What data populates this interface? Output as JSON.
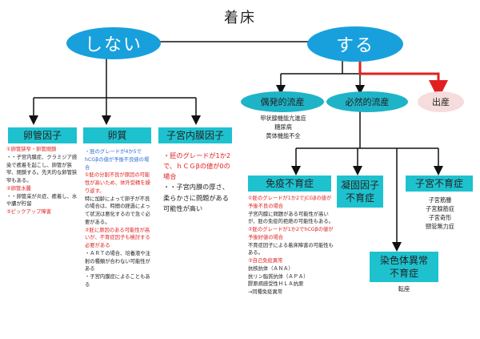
{
  "title": "着床",
  "top": {
    "no": "しない",
    "yes": "する"
  },
  "yes_children": {
    "incidental": "偶発的流産",
    "inevitable": "必然的流産",
    "birth": "出産"
  },
  "incidental_list": [
    "甲状腺機能亢進症",
    "糖尿病",
    "黄体機能不全"
  ],
  "no_boxes": {
    "tube": {
      "label": "卵管因子",
      "lines": [
        {
          "t": "①卵管狭窄・卵管閉鎖",
          "c": "red"
        },
        {
          "t": "・・子宮内膜症、クラミジア感染で癒着を起こし、卵管が狭窄、閉鎖する。先天的な卵管狭窄もある。",
          "c": ""
        },
        {
          "t": "②卵管水腫",
          "c": "red"
        },
        {
          "t": "・・卵管采が炎症、癒着し、水や膿が貯留",
          "c": ""
        },
        {
          "t": "③ピックアップ障害",
          "c": "red"
        }
      ]
    },
    "egg": {
      "label": "卵質",
      "lines": [
        {
          "t": "・胚のグレードが4か5でhCGβの値が予後不良値の場合",
          "c": "blue"
        },
        {
          "t": "①胚の分割不良が原因の可能性が高いため、体外受精を繰り返す。",
          "c": "red"
        },
        {
          "t": "特に加齢によって卵子が不良の場合は、時間の経過によって状況は悪化するので急ぐ必要がある。",
          "c": ""
        },
        {
          "t": "②胚に原因のある可能性が高いが、不育症因子も検討する必要がある",
          "c": "red"
        },
        {
          "t": " ",
          "c": ""
        },
        {
          "t": "・ＡＲＴの場合、培養液や注射の種類が合わない可能性がある",
          "c": ""
        },
        {
          "t": "・子宮内膜症によることもある",
          "c": ""
        }
      ]
    },
    "uterus": {
      "label": "子宮内膜因子",
      "lines": [
        {
          "t": "・胚のグレードが1か2で、ｈＣＧβの値が0の場合",
          "c": "red"
        },
        {
          "t": "・・子宮内膜の厚さ、柔らかさに問題がある可能性が高い",
          "c": ""
        }
      ]
    }
  },
  "yes_boxes": {
    "recurrent": {
      "label": "免疫不育症",
      "lines": [
        {
          "t": "①胚のグレードが1か2でjCGβの値が予後不良の場合",
          "c": "red"
        },
        {
          "t": "子宮内膜に問題がある可能性が高いが、胚の免疫的拒絶の可能性もある。",
          "c": ""
        },
        {
          "t": "②胚のグレードが1か2でhCGβの値が予後好値の場合",
          "c": "red"
        },
        {
          "t": "不育症因子による着床障害の可能性もある。",
          "c": ""
        },
        {
          "t": "③自己免疫異常",
          "c": "red"
        },
        {
          "t": "抗核抗体（ＡＮＡ）",
          "c": ""
        },
        {
          "t": "抗リン脂質抗体（ＡＰＡ）",
          "c": ""
        },
        {
          "t": "膠原病感受性ＨＬＡ抗原",
          "c": ""
        },
        {
          "t": "→同種免疫異常",
          "c": ""
        }
      ]
    },
    "coag": {
      "label": "凝固因子\n不育症"
    },
    "uterine": {
      "label": "子宮不育症",
      "list": [
        "子宮筋腫",
        "子宮腺筋症",
        "子宮奇形",
        "頸管無力症"
      ]
    },
    "chrom": {
      "label": "染色体異常\n不育症",
      "list": [
        "転座"
      ]
    }
  },
  "colors": {
    "oval": "#18a0dd",
    "box": "#1ec2cf",
    "highlight_arrow": "#e02020",
    "birth": "#f6dcdc"
  }
}
